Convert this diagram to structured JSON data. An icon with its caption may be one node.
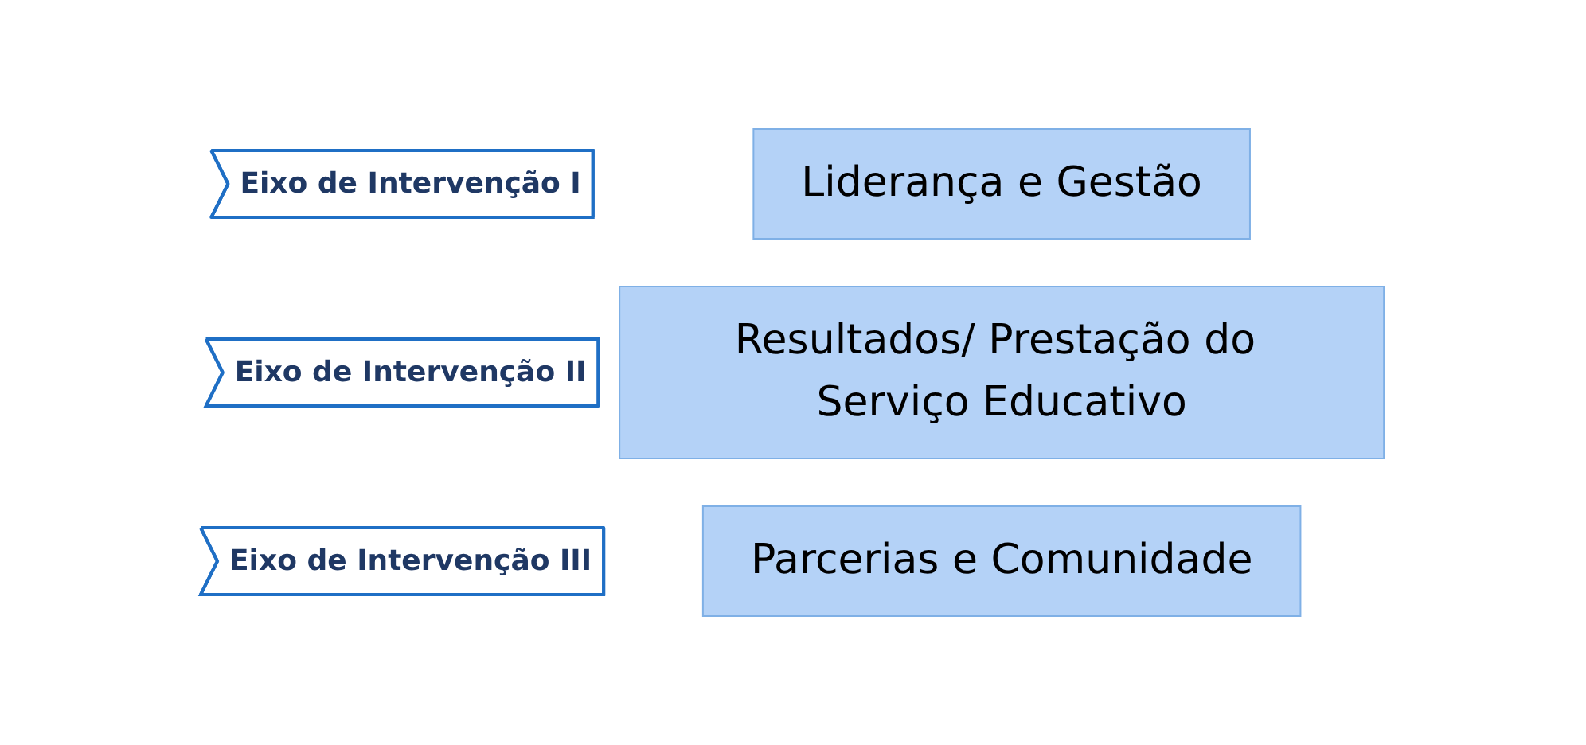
{
  "diagram": {
    "nodes": [
      {
        "text": [
          "Eixo de Intervenção I"
        ]
      },
      {
        "text": [
          "Liderança e Gestão"
        ]
      },
      {
        "text": [
          "Eixo de Intervenção II"
        ]
      },
      {
        "text": [
          "Resultados/ Prestação do Serviço Educativo"
        ]
      },
      {
        "text": [
          "Eixo de Intervenção III"
        ]
      },
      {
        "text": [
          "Parcerias e Comunidade"
        ]
      }
    ]
  }
}
